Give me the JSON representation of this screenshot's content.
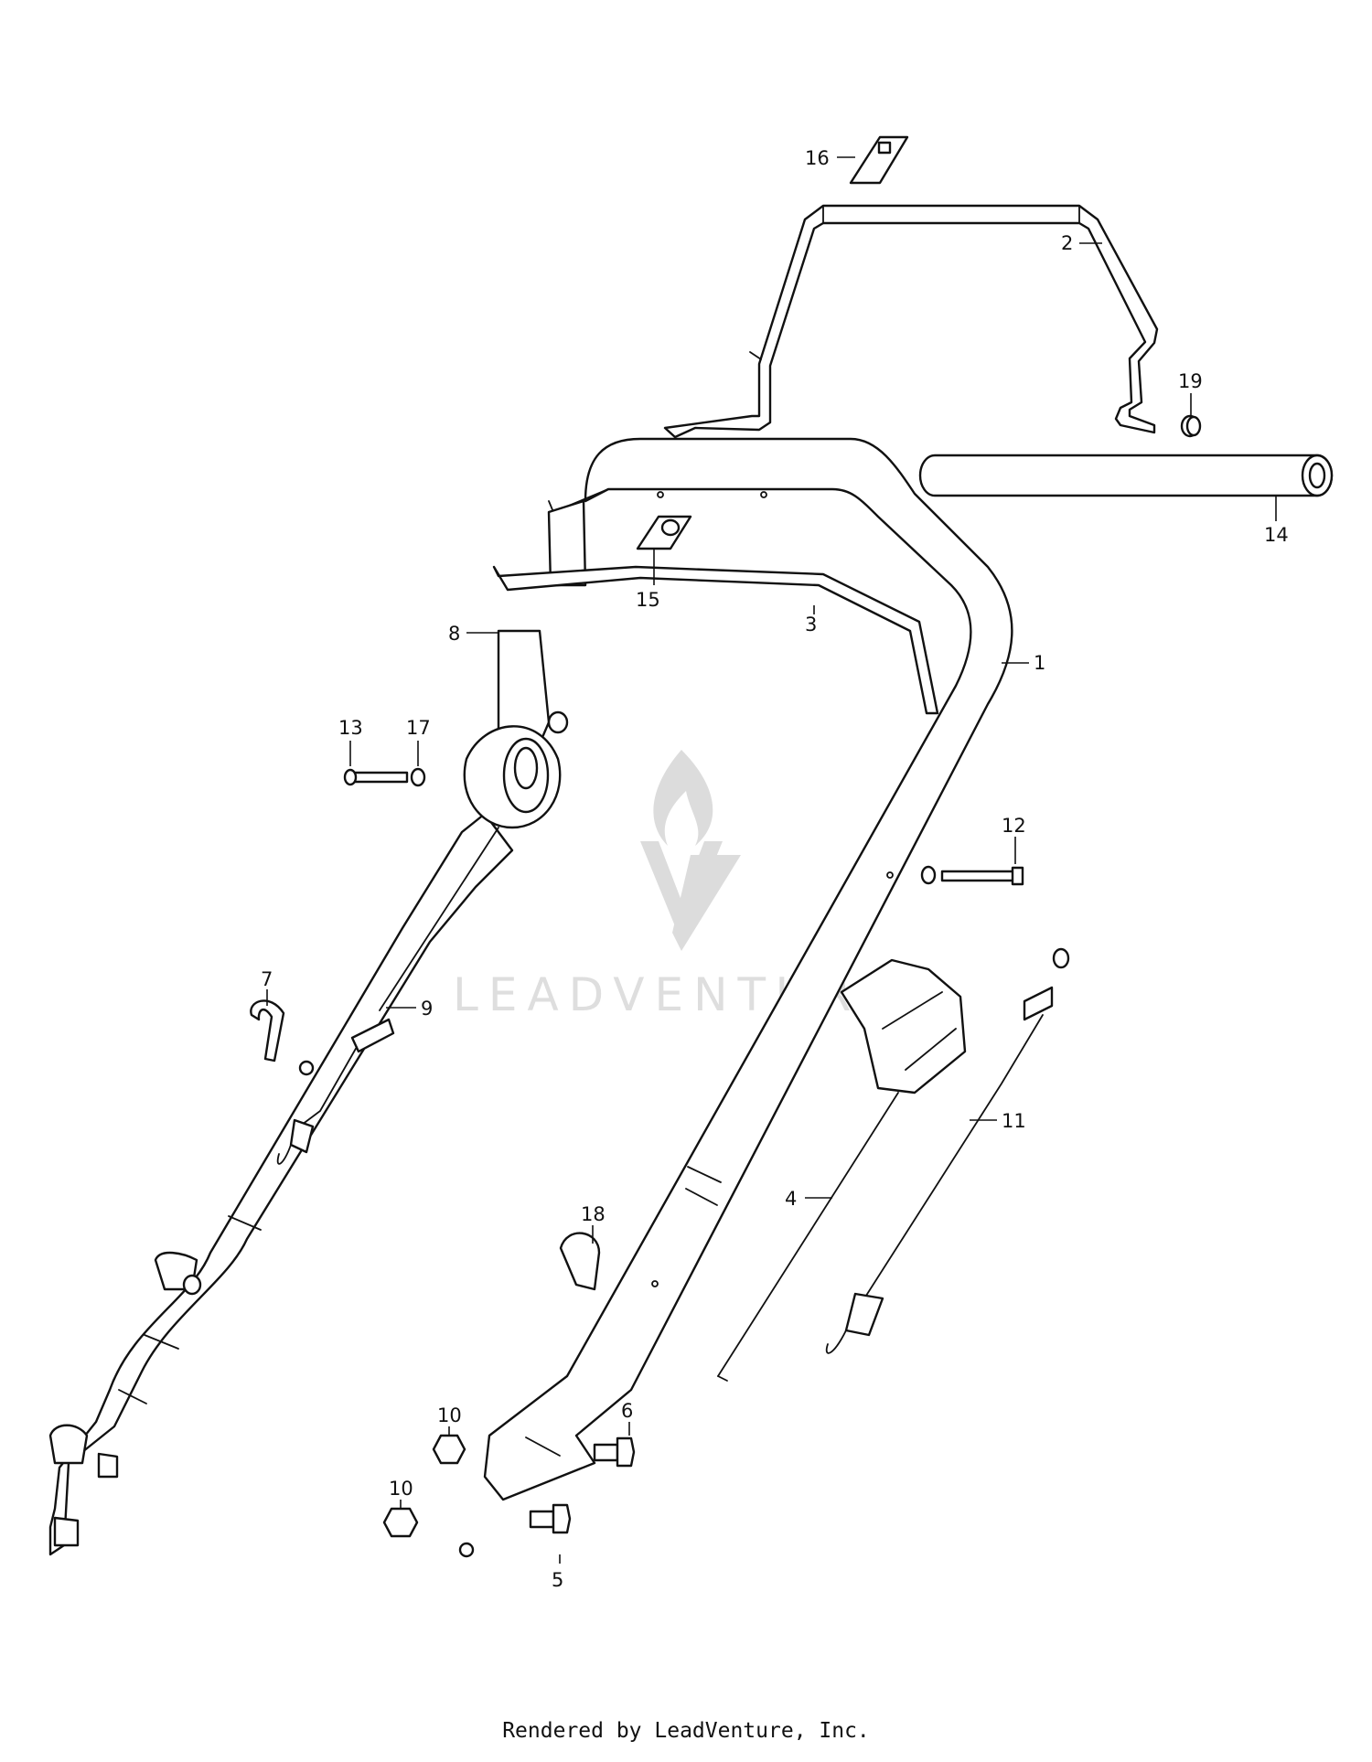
{
  "footer": {
    "credit": "Rendered by LeadVenture, Inc."
  },
  "watermark": {
    "text": "LEADVENTURE"
  },
  "callouts": {
    "c1": "1",
    "c2": "2",
    "c3": "3",
    "c4": "4",
    "c5": "5",
    "c6": "6",
    "c7": "7",
    "c8": "8",
    "c9": "9",
    "c10a": "10",
    "c10b": "10",
    "c11": "11",
    "c12": "12",
    "c13": "13",
    "c14": "14",
    "c15": "15",
    "c16": "16",
    "c17": "17",
    "c18": "18",
    "c19": "19"
  }
}
